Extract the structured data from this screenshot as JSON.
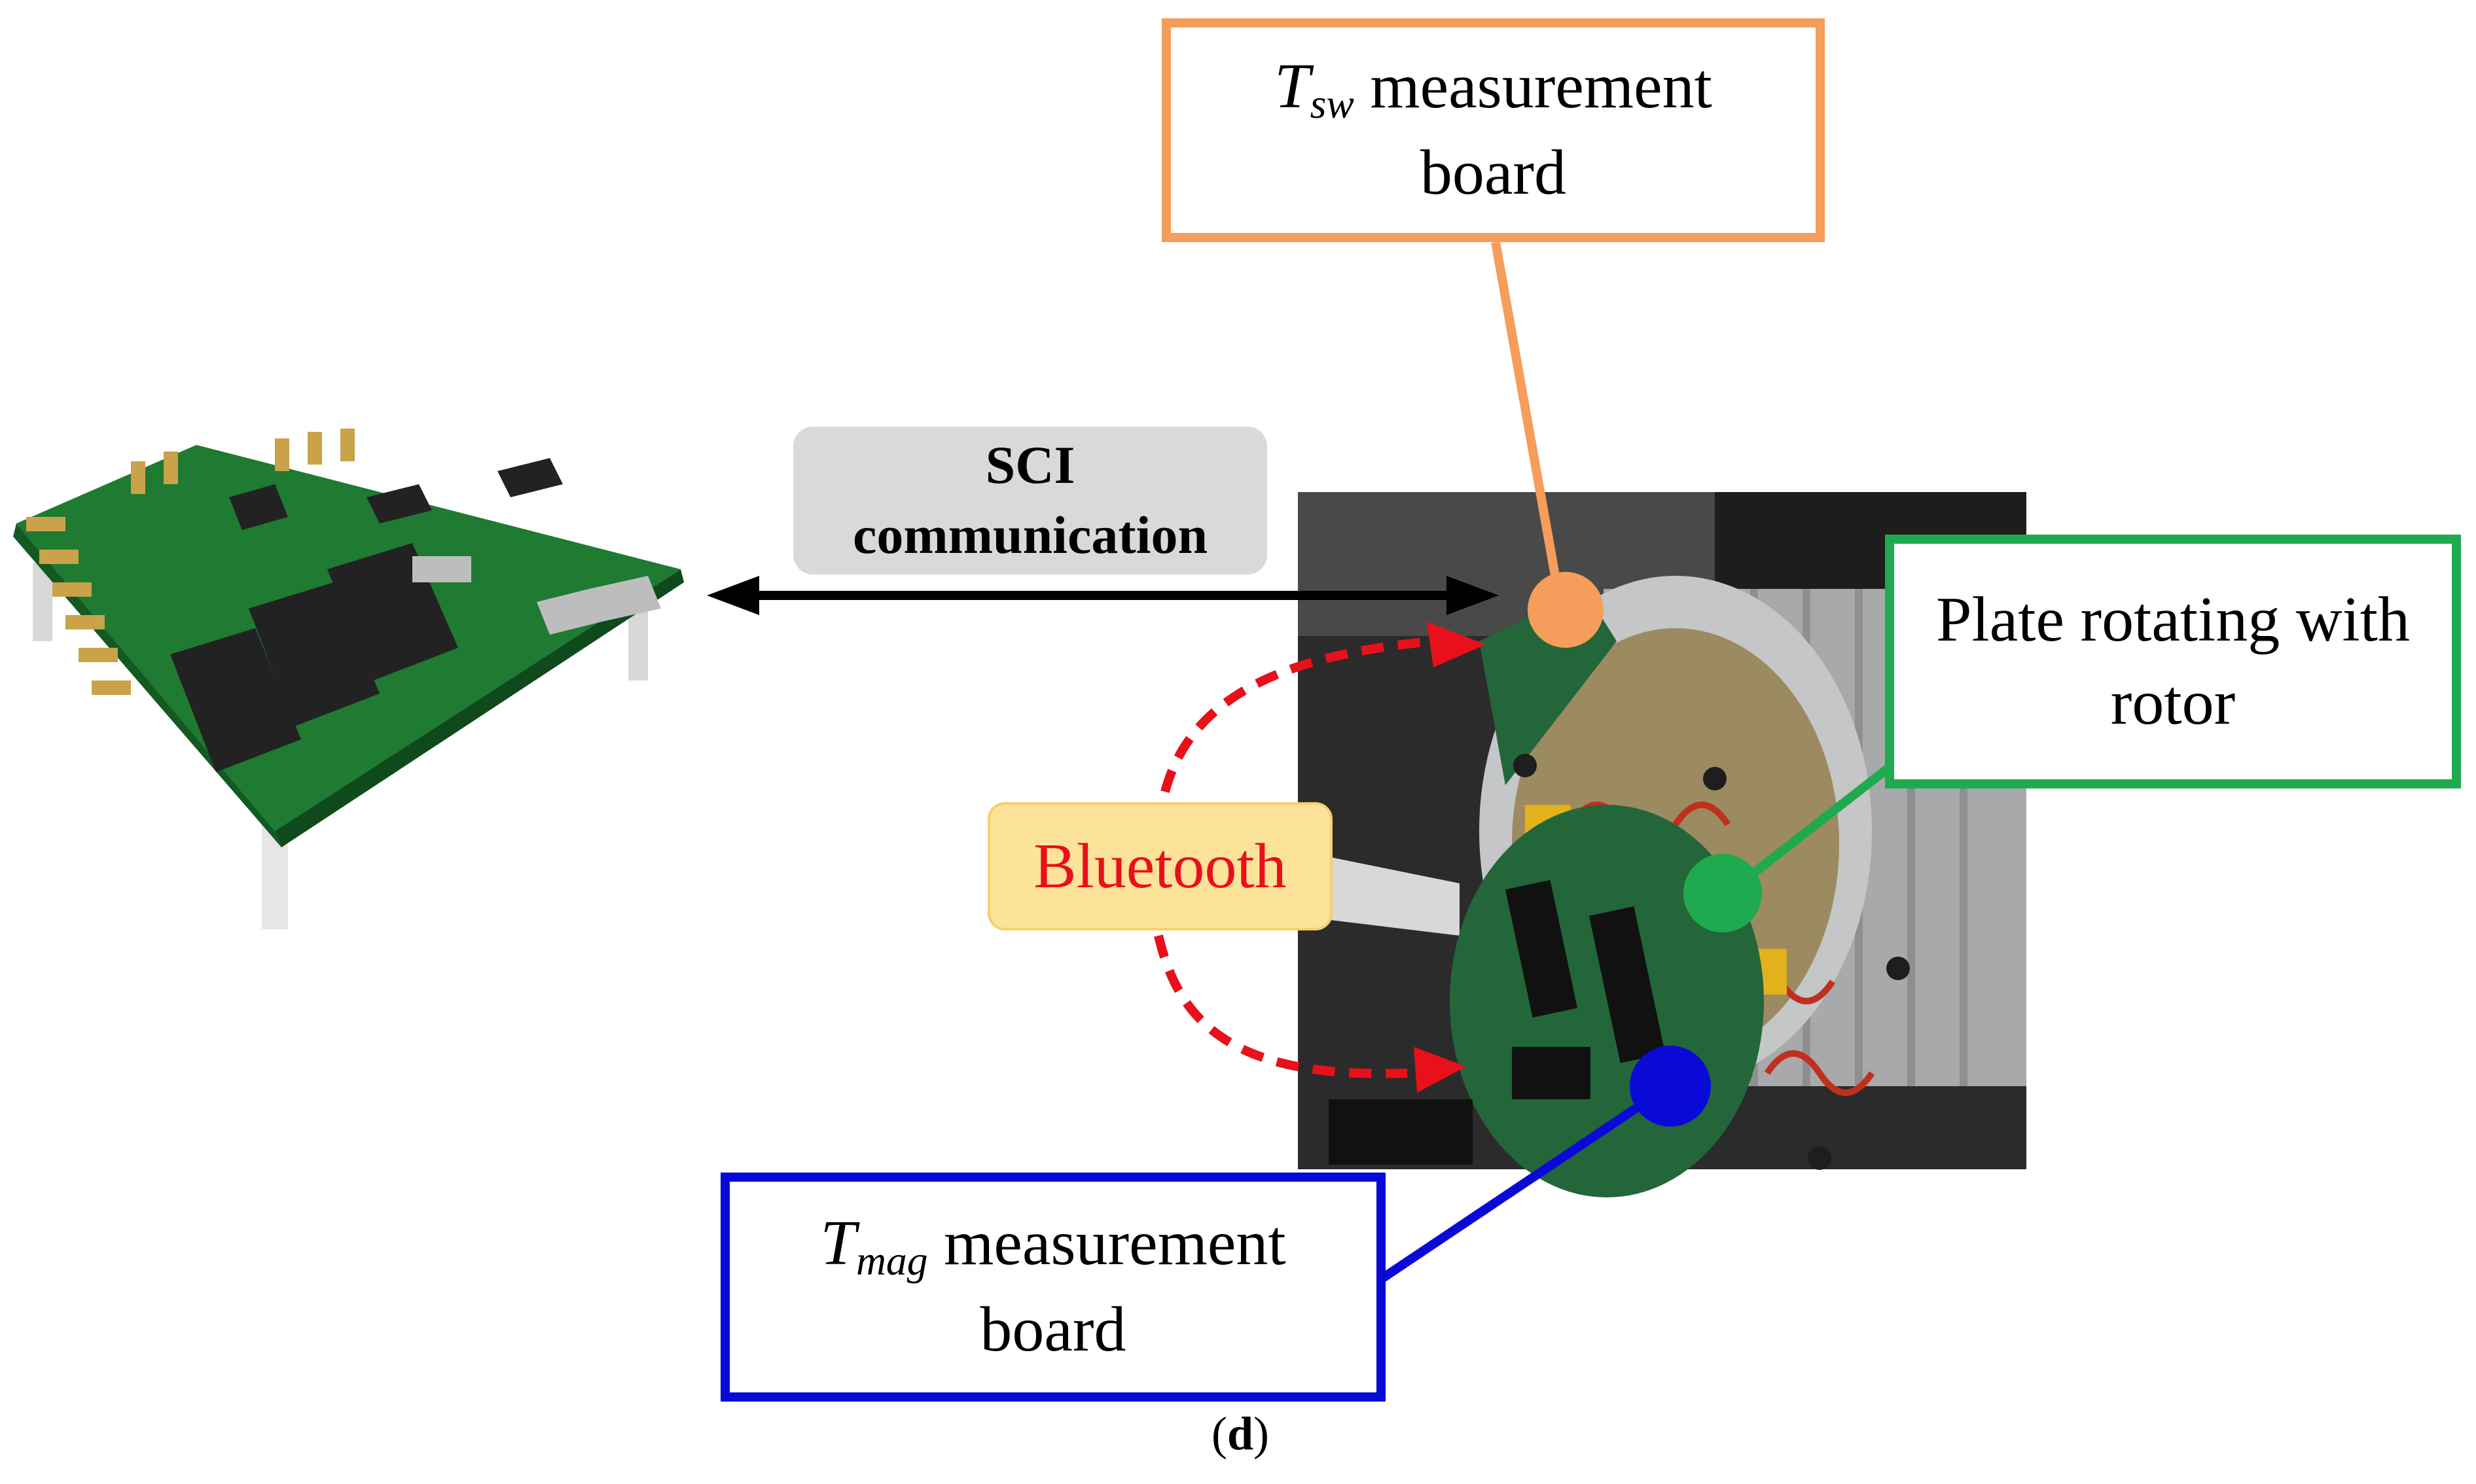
{
  "diagram": {
    "tsw_box": {
      "symbol": "T",
      "subscript": "sw",
      "line1_rest": " measurement",
      "line2": "board"
    },
    "plate_box": {
      "line1": "Plate rotating with",
      "line2": "rotor"
    },
    "tmag_box": {
      "symbol": "T",
      "subscript": "mag",
      "line1_rest": " measurement",
      "line2": "board"
    },
    "sci_label": {
      "line1": "SCI",
      "line2": "communication"
    },
    "bluetooth_label": "Bluetooth",
    "caption": {
      "open": "(",
      "letter": "d",
      "close": ")"
    },
    "colors": {
      "tsw": "#f59d5a",
      "plate": "#1faa4f",
      "tmag": "#0a0ad8",
      "bluetooth": "#e8101a",
      "sci_fill": "#d9d9d9",
      "bluetooth_fill": "#fde29a"
    },
    "images": [
      "control-board-photo",
      "motor-rotor-photo"
    ]
  }
}
